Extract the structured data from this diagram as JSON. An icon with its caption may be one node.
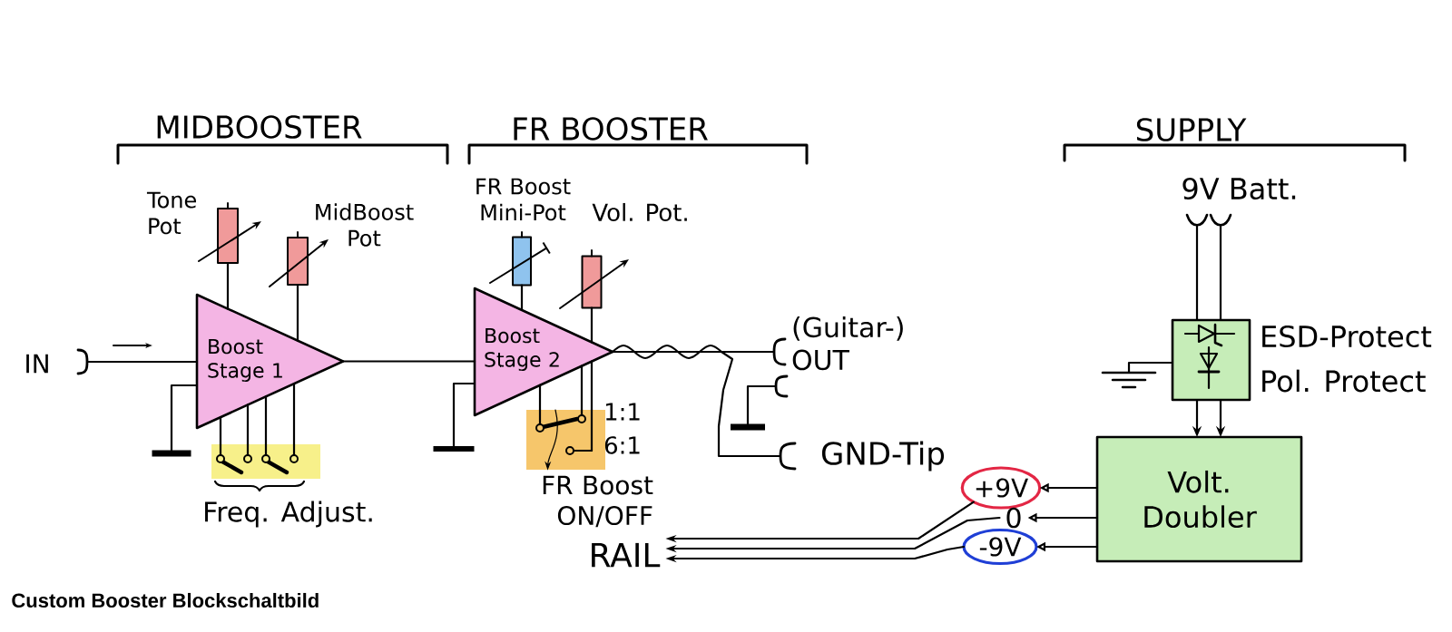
{
  "diagram": {
    "caption": "Custom Booster Blockschaltbild",
    "nodes": [
      {
        "text": [
          "IN"
        ]
      },
      {
        "text": [
          "Boost Stage 1"
        ]
      },
      {
        "text": [],
        "shape": "resistor",
        "beside": [
          "Tone Pot"
        ]
      },
      {
        "text": [],
        "shape": "resistor",
        "beside": [
          "MidBoost Pot"
        ]
      },
      {
        "text": [],
        "shape": "switch",
        "beside": [
          "Freq. Adjust."
        ]
      },
      {
        "text": [],
        "shape": "ground"
      },
      {
        "text": [
          "Boost Stage 2"
        ]
      },
      {
        "text": [],
        "shape": "resistor",
        "beside": [
          "FR Boost Mini-Pot"
        ]
      },
      {
        "text": [],
        "shape": "resistor",
        "beside": [
          "Vol. Pot."
        ]
      },
      {
        "text": [],
        "shape": "ground"
      },
      {
        "text": [],
        "shape": "switch",
        "beside": [
          "1:1",
          "6:1"
        ]
      },
      {
        "text": [
          "FR Boost ON/OFF"
        ]
      },
      {
        "text": [
          "(Guitar-) OUT"
        ]
      },
      {
        "text": [],
        "shape": "socket"
      },
      {
        "text": [],
        "shape": "ground"
      },
      {
        "text": [
          "GND-Tip"
        ]
      },
      {
        "text": [
          "9V Batt."
        ]
      },
      {
        "text": [],
        "shape": "box",
        "beside": [
          "ESD-Protect",
          "Pol. Protect"
        ]
      },
      {
        "text": [],
        "shape": "ground"
      },
      {
        "text": [
          "Volt. Doubler"
        ]
      },
      {
        "text": [
          "+9V"
        ]
      },
      {
        "text": [
          "0"
        ]
      },
      {
        "text": [
          "-9V"
        ]
      },
      {
        "text": [
          "RAIL"
        ]
      }
    ],
    "edges": [
      {
        "from": 0,
        "to": 1,
        "arrow": "none"
      },
      {
        "from": 2,
        "to": 1,
        "arrow": "none"
      },
      {
        "from": 3,
        "to": 1,
        "arrow": "none"
      },
      {
        "from": 1,
        "to": 5,
        "arrow": "none"
      },
      {
        "from": 1,
        "to": 4,
        "arrow": "none"
      },
      {
        "from": 1,
        "to": 4,
        "arrow": "none"
      },
      {
        "from": 1,
        "to": 4,
        "arrow": "none"
      },
      {
        "from": 1,
        "to": 4,
        "arrow": "none"
      },
      {
        "from": 1,
        "to": 6,
        "arrow": "none"
      },
      {
        "from": 7,
        "to": 6,
        "arrow": "none"
      },
      {
        "from": 8,
        "to": 6,
        "arrow": "none"
      },
      {
        "from": 6,
        "to": 9,
        "arrow": "none"
      },
      {
        "from": 6,
        "to": 10,
        "arrow": "none"
      },
      {
        "from": 6,
        "to": 10,
        "arrow": "none"
      },
      {
        "from": 6,
        "to": 10,
        "arrow": "none"
      },
      {
        "from": 10,
        "to": 11,
        "arrow": "to"
      },
      {
        "from": 6,
        "to": 12,
        "arrow": "none"
      },
      {
        "from": 6,
        "to": 15,
        "arrow": "none"
      },
      {
        "from": 13,
        "to": 14,
        "arrow": "none"
      },
      {
        "from": 16,
        "to": 17,
        "arrow": "none"
      },
      {
        "from": 16,
        "to": 17,
        "arrow": "none"
      },
      {
        "from": 18,
        "to": 17,
        "arrow": "none"
      },
      {
        "from": 17,
        "to": 19,
        "arrow": "to"
      },
      {
        "from": 17,
        "to": 19,
        "arrow": "to"
      },
      {
        "from": 19,
        "to": 20,
        "arrow": "to"
      },
      {
        "from": 19,
        "to": 21,
        "arrow": "to"
      },
      {
        "from": 19,
        "to": 22,
        "arrow": "to"
      },
      {
        "from": 20,
        "to": 23,
        "arrow": "to"
      },
      {
        "from": 21,
        "to": 23,
        "arrow": "to"
      },
      {
        "from": 22,
        "to": 23,
        "arrow": "to"
      }
    ],
    "labels": [
      "MIDBOOSTER",
      "FR BOOSTER",
      "SUPPLY"
    ]
  }
}
